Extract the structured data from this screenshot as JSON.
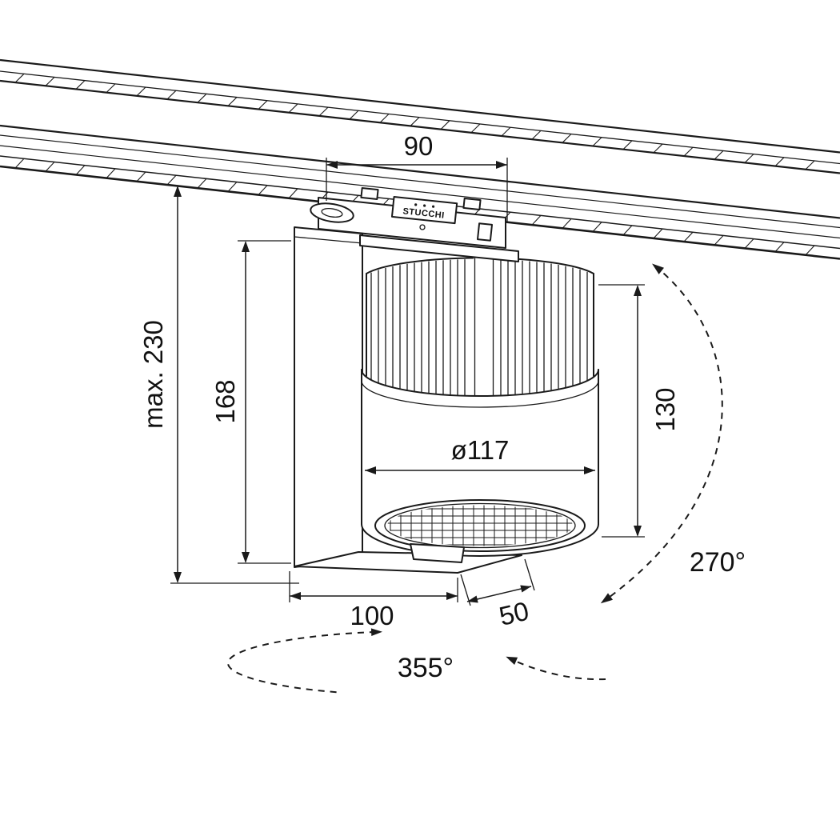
{
  "drawing": {
    "brand_label": "STUCCHI",
    "dimensions": {
      "adapter_width": "90",
      "max_height": "max. 230",
      "body_height": "168",
      "head_height": "130",
      "head_diameter": "ø117",
      "base_length": "100",
      "base_depth": "50",
      "tilt_angle": "270°",
      "rotation_angle": "355°"
    },
    "colors": {
      "line": "#1a1a1a",
      "background": "#ffffff"
    }
  }
}
